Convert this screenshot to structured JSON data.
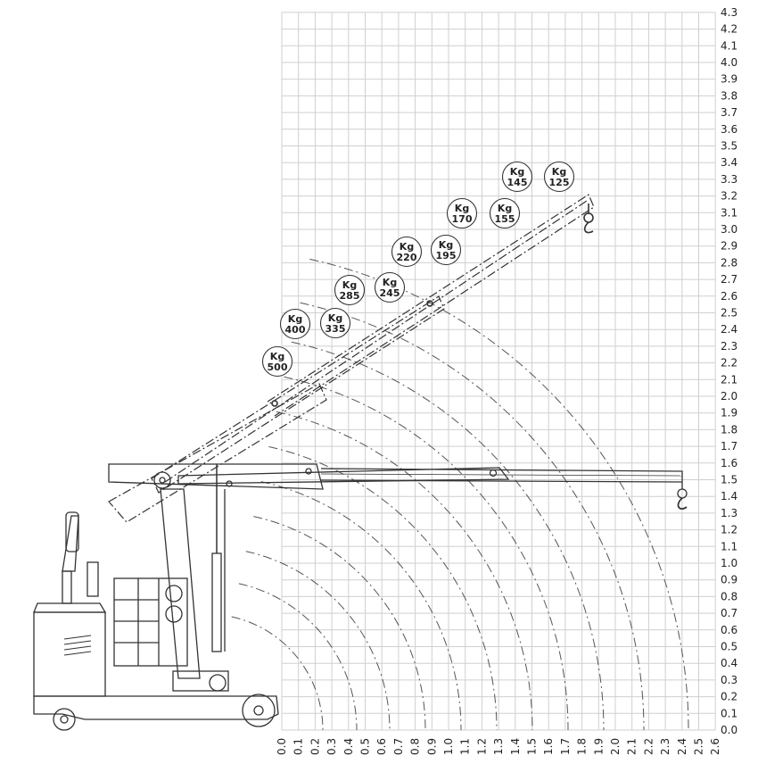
{
  "chart_data": {
    "type": "diagram",
    "x_ticks": [
      "0.0",
      "0.1",
      "0.2",
      "0.3",
      "0.4",
      "0.5",
      "0.6",
      "0.7",
      "0.8",
      "0.9",
      "1.0",
      "1.1",
      "1.2",
      "1.3",
      "1.4",
      "1.5",
      "1.6",
      "1.7",
      "1.8",
      "1.9",
      "2.0",
      "2.1",
      "2.2",
      "2.3",
      "2.4",
      "2.5",
      "2.6"
    ],
    "y_ticks": [
      "0.0",
      "0.1",
      "0.2",
      "0.3",
      "0.4",
      "0.5",
      "0.6",
      "0.7",
      "0.8",
      "0.9",
      "1.0",
      "1.1",
      "1.2",
      "1.3",
      "1.4",
      "1.5",
      "1.6",
      "1.7",
      "1.8",
      "1.9",
      "2.0",
      "2.1",
      "2.2",
      "2.3",
      "2.4",
      "2.5",
      "2.6",
      "2.7",
      "2.8",
      "2.9",
      "3.0",
      "3.1",
      "3.2",
      "3.3",
      "3.4",
      "3.5",
      "3.6",
      "3.7",
      "3.8",
      "3.9",
      "4.0",
      "4.1",
      "4.2",
      "4.3"
    ],
    "xlim": [
      0,
      2.6
    ],
    "ylim": [
      0,
      4.3
    ],
    "grid": true,
    "capacity_unit": "Kg",
    "capacities_raised": [
      "500",
      "400",
      "285",
      "220",
      "170",
      "145"
    ],
    "capacities_horizontal": [
      "335",
      "245",
      "195",
      "155",
      "125"
    ],
    "boom_positions": [
      {
        "name": "raised",
        "tip_x": 1.84,
        "tip_y": 3.07
      },
      {
        "name": "horizontal",
        "tip_x": 2.42,
        "tip_y": 1.45
      }
    ]
  }
}
